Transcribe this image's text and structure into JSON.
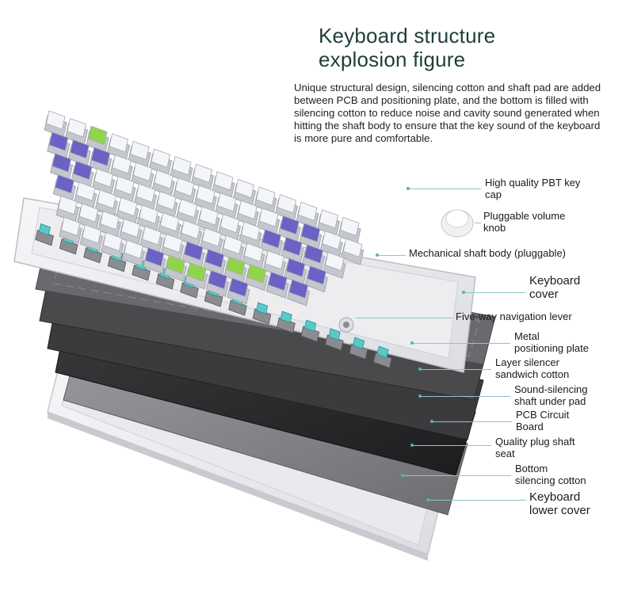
{
  "heading": {
    "line1": "Keyboard structure",
    "line2": "explosion figure"
  },
  "description": "Unique structural design, silencing cotton and shaft pad are added between PCB and positioning plate, and the bottom is filled with silencing cotton to reduce noise and cavity sound generated when hitting the shaft body to ensure that the key sound of the keyboard is more pure and comfortable.",
  "callouts": [
    {
      "id": "keycap",
      "line1": "High quality PBT key",
      "line2": "cap"
    },
    {
      "id": "knob",
      "line1": "Pluggable volume",
      "line2": "knob"
    },
    {
      "id": "switch",
      "line1": "Mechanical shaft body (pluggable)",
      "line2": ""
    },
    {
      "id": "cover",
      "line1": "Keyboard",
      "line2": "cover"
    },
    {
      "id": "nav",
      "line1": "Five-way navigation lever",
      "line2": ""
    },
    {
      "id": "plate",
      "line1": "Metal",
      "line2": "positioning plate"
    },
    {
      "id": "sandwich",
      "line1": "Layer silencer",
      "line2": "sandwich cotton"
    },
    {
      "id": "shaftpad",
      "line1": "Sound-silencing",
      "line2": "shaft under pad"
    },
    {
      "id": "pcb",
      "line1": "PCB Circuit",
      "line2": "Board"
    },
    {
      "id": "socket",
      "line1": "Quality plug shaft",
      "line2": "seat"
    },
    {
      "id": "bottomcotton",
      "line1": "Bottom",
      "line2": "silencing cotton"
    },
    {
      "id": "lower",
      "line1": "Keyboard",
      "line2": "lower cover"
    }
  ],
  "colors": {
    "heading": "#1f3d3a",
    "keycap_purple": "#6a62c4",
    "keycap_green": "#8fd44a",
    "keycap_white": "#f4f5f8",
    "switch_teal": "#58c8c8",
    "plate_dark": "#2e2e30",
    "leader_line": "#8fc4cc"
  }
}
